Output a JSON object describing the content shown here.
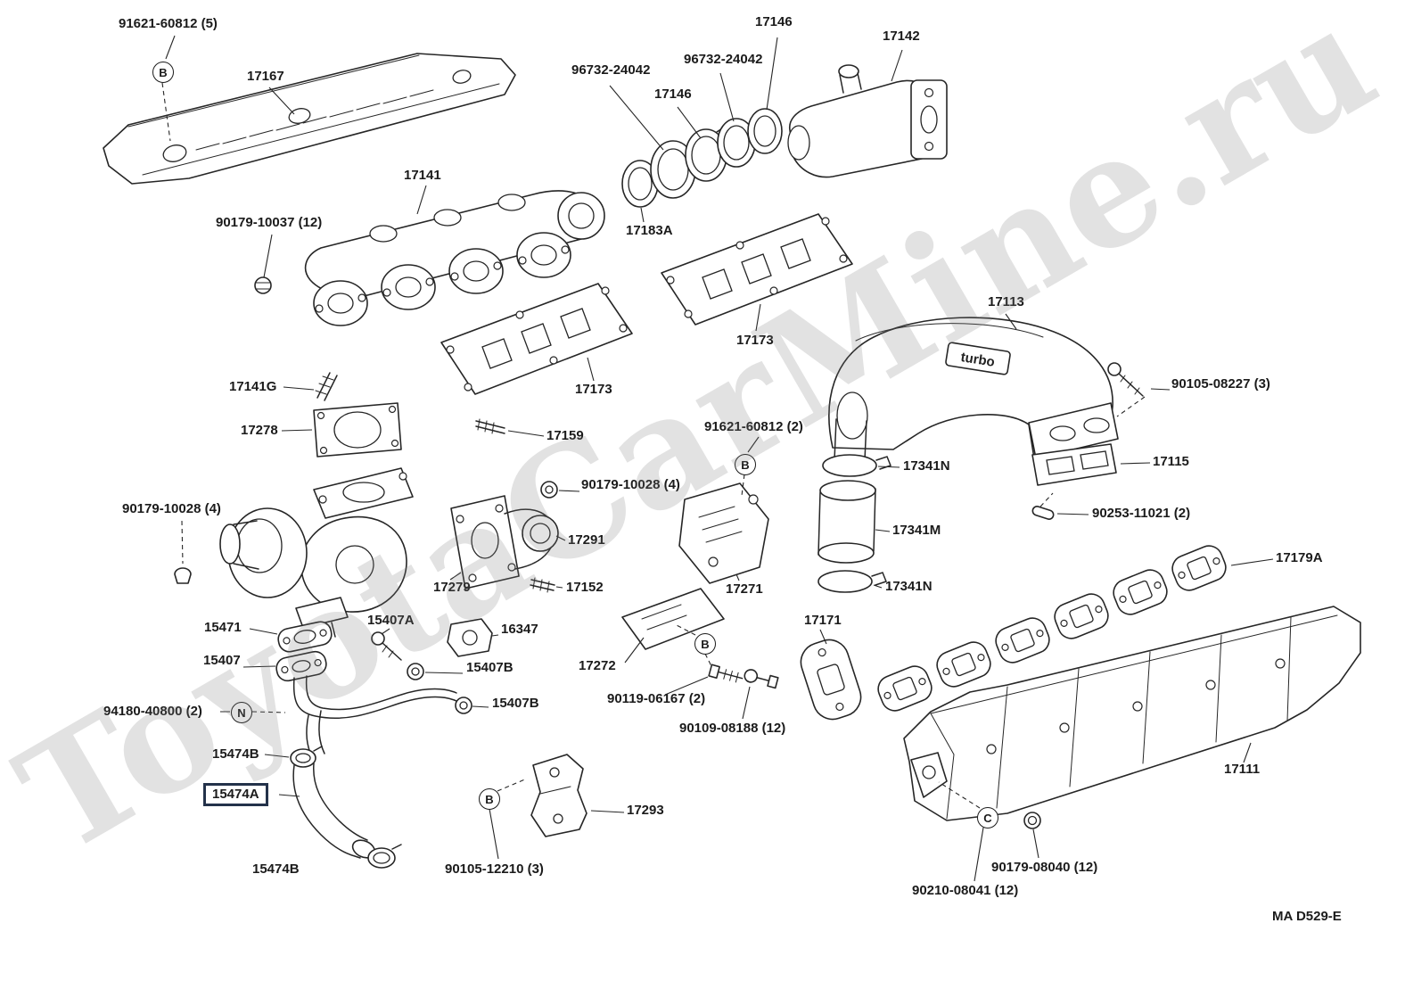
{
  "diagram": {
    "watermark": "ToyotaCarMine.ru",
    "doc_code": "MA D529-E",
    "turbo_badge": "turbo"
  },
  "markers": {
    "b": "B",
    "n": "N",
    "c": "C"
  },
  "labels": {
    "bolt_91621_60812_5": "91621-60812 (5)",
    "heat_insulator_17167": "17167",
    "clamp_96732_24042_left": "96732-24042",
    "clamp_96732_24042_right": "96732-24042",
    "hose_17146_top": "17146",
    "hose_17146_mid": "17146",
    "pipe_17142": "17142",
    "manifold_17141": "17141",
    "nut_90179_10037": "90179-10037 (12)",
    "ring_17183a": "17183A",
    "gasket_17173_right": "17173",
    "gasket_17173_left": "17173",
    "connector_17113": "17113",
    "stud_17141g": "17141G",
    "gasket_17278": "17278",
    "stud_17159": "17159",
    "bolt_91621_60812_2": "91621-60812 (2)",
    "bolt_90105_08227": "90105-08227 (3)",
    "nut_90179_10028_right": "90179-10028 (4)",
    "nut_90179_10028_left": "90179-10028 (4)",
    "clamp_17341n_upper": "17341N",
    "gasket_17115": "17115",
    "pin_90253_11021": "90253-11021 (2)",
    "hose_17341m": "17341M",
    "gasket_17179a": "17179A",
    "elbow_17291": "17291",
    "gasket_17279": "17279",
    "stud_17152": "17152",
    "shield_17271": "17271",
    "clamp_17341n_lower": "17341N",
    "flange_17171": "17171",
    "gasket_15471": "15471",
    "bolt_15407a": "15407A",
    "gasket_16347": "16347",
    "pipe_15407": "15407",
    "washer_15407b_upper": "15407B",
    "shield_17272": "17272",
    "bolt_90119_06167": "90119-06167 (2)",
    "washer_15407b_lower": "15407B",
    "bolt_90109_08188": "90109-08188 (12)",
    "nut_94180_40800": "94180-40800 (2)",
    "clamp_15474b_upper": "15474B",
    "hose_15474a": "15474A",
    "manifold_17111": "17111",
    "bracket_17293": "17293",
    "clamp_15474b_lower": "15474B",
    "bolt_90105_12210": "90105-12210 (3)",
    "bolt_90179_08040": "90179-08040 (12)",
    "bolt_90210_08041": "90210-08041 (12)"
  }
}
